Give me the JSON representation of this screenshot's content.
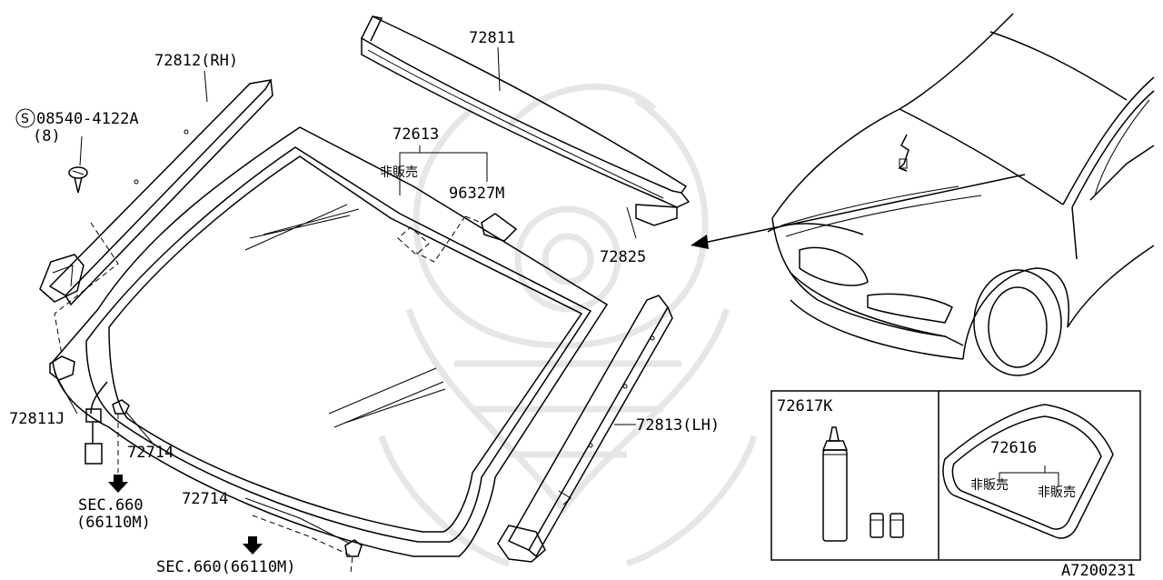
{
  "labels": {
    "p72812": "72812(RH)",
    "bolt_code": "08540-4122A",
    "bolt_qty": "(8)",
    "p72811": "72811",
    "p72613": "72613",
    "not_for_sale_1": "非販売",
    "p96327m": "96327M",
    "p72825": "72825",
    "p72811j": "72811J",
    "p72714_a": "72714",
    "sec660_a": "SEC.660",
    "sec660_a_part": "(66110M)",
    "p72714_b": "72714",
    "sec660_b": "SEC.660(66110M)",
    "p72813": "72813(LH)",
    "p72617k": "72617K",
    "p72616": "72616",
    "not_for_sale_2": "非販売",
    "not_for_sale_3": "非販売",
    "diagram_code": "A7200231"
  },
  "symbols": {
    "circled_s": "S"
  },
  "icons": {
    "arrow": "arrow-down-icon",
    "screw": "screw-icon"
  }
}
